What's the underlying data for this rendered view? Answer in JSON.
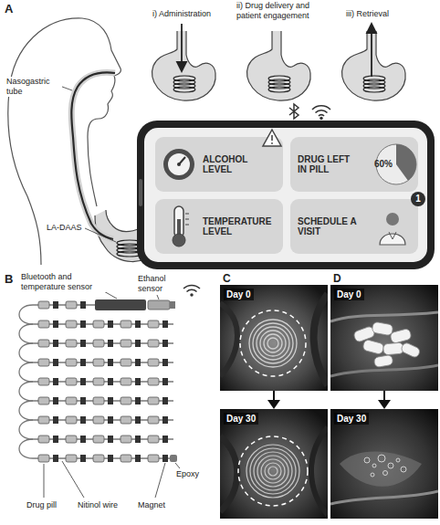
{
  "diagram": {
    "nodes": [
      {
        "text": [
          "ALCOHOL LEVEL"
        ]
      },
      {
        "text": [
          "DRUG LEFT IN PILL",
          "60%"
        ]
      },
      {
        "text": [
          "TEMPERATURE LEVEL"
        ]
      },
      {
        "text": [
          "SCHEDULE A VISIT",
          "1"
        ]
      },
      {
        "text": [
          "Day 0"
        ]
      },
      {
        "text": [
          "Day 30"
        ]
      },
      {
        "text": [
          "Day 0"
        ]
      },
      {
        "text": [
          "Day 30"
        ]
      }
    ],
    "edges": [
      {
        "from": 4,
        "to": 5,
        "arrow": "to"
      },
      {
        "from": 6,
        "to": 7,
        "arrow": "to"
      }
    ],
    "labels": [
      "A",
      "i) Administration",
      "ii) Drug delivery and patient engagement",
      "iii) Retrieval",
      "Nasogastric tube",
      "LA-DAAS",
      "B",
      "Bluetooth and temperature sensor",
      "Ethanol sensor",
      "Epoxy",
      "Drug pill",
      "Nitinol wire",
      "Magnet",
      "C",
      "D"
    ]
  }
}
